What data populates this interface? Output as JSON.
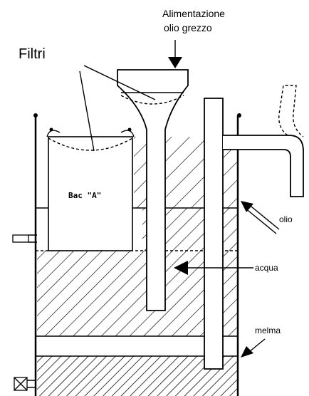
{
  "labels": {
    "feed_line1": "Alimentazione",
    "feed_line2": "olio grezzo",
    "filters": "Filtri",
    "tank_a": "Bac \"A\"",
    "oil": "olio",
    "water": "acqua",
    "sludge": "melma"
  }
}
